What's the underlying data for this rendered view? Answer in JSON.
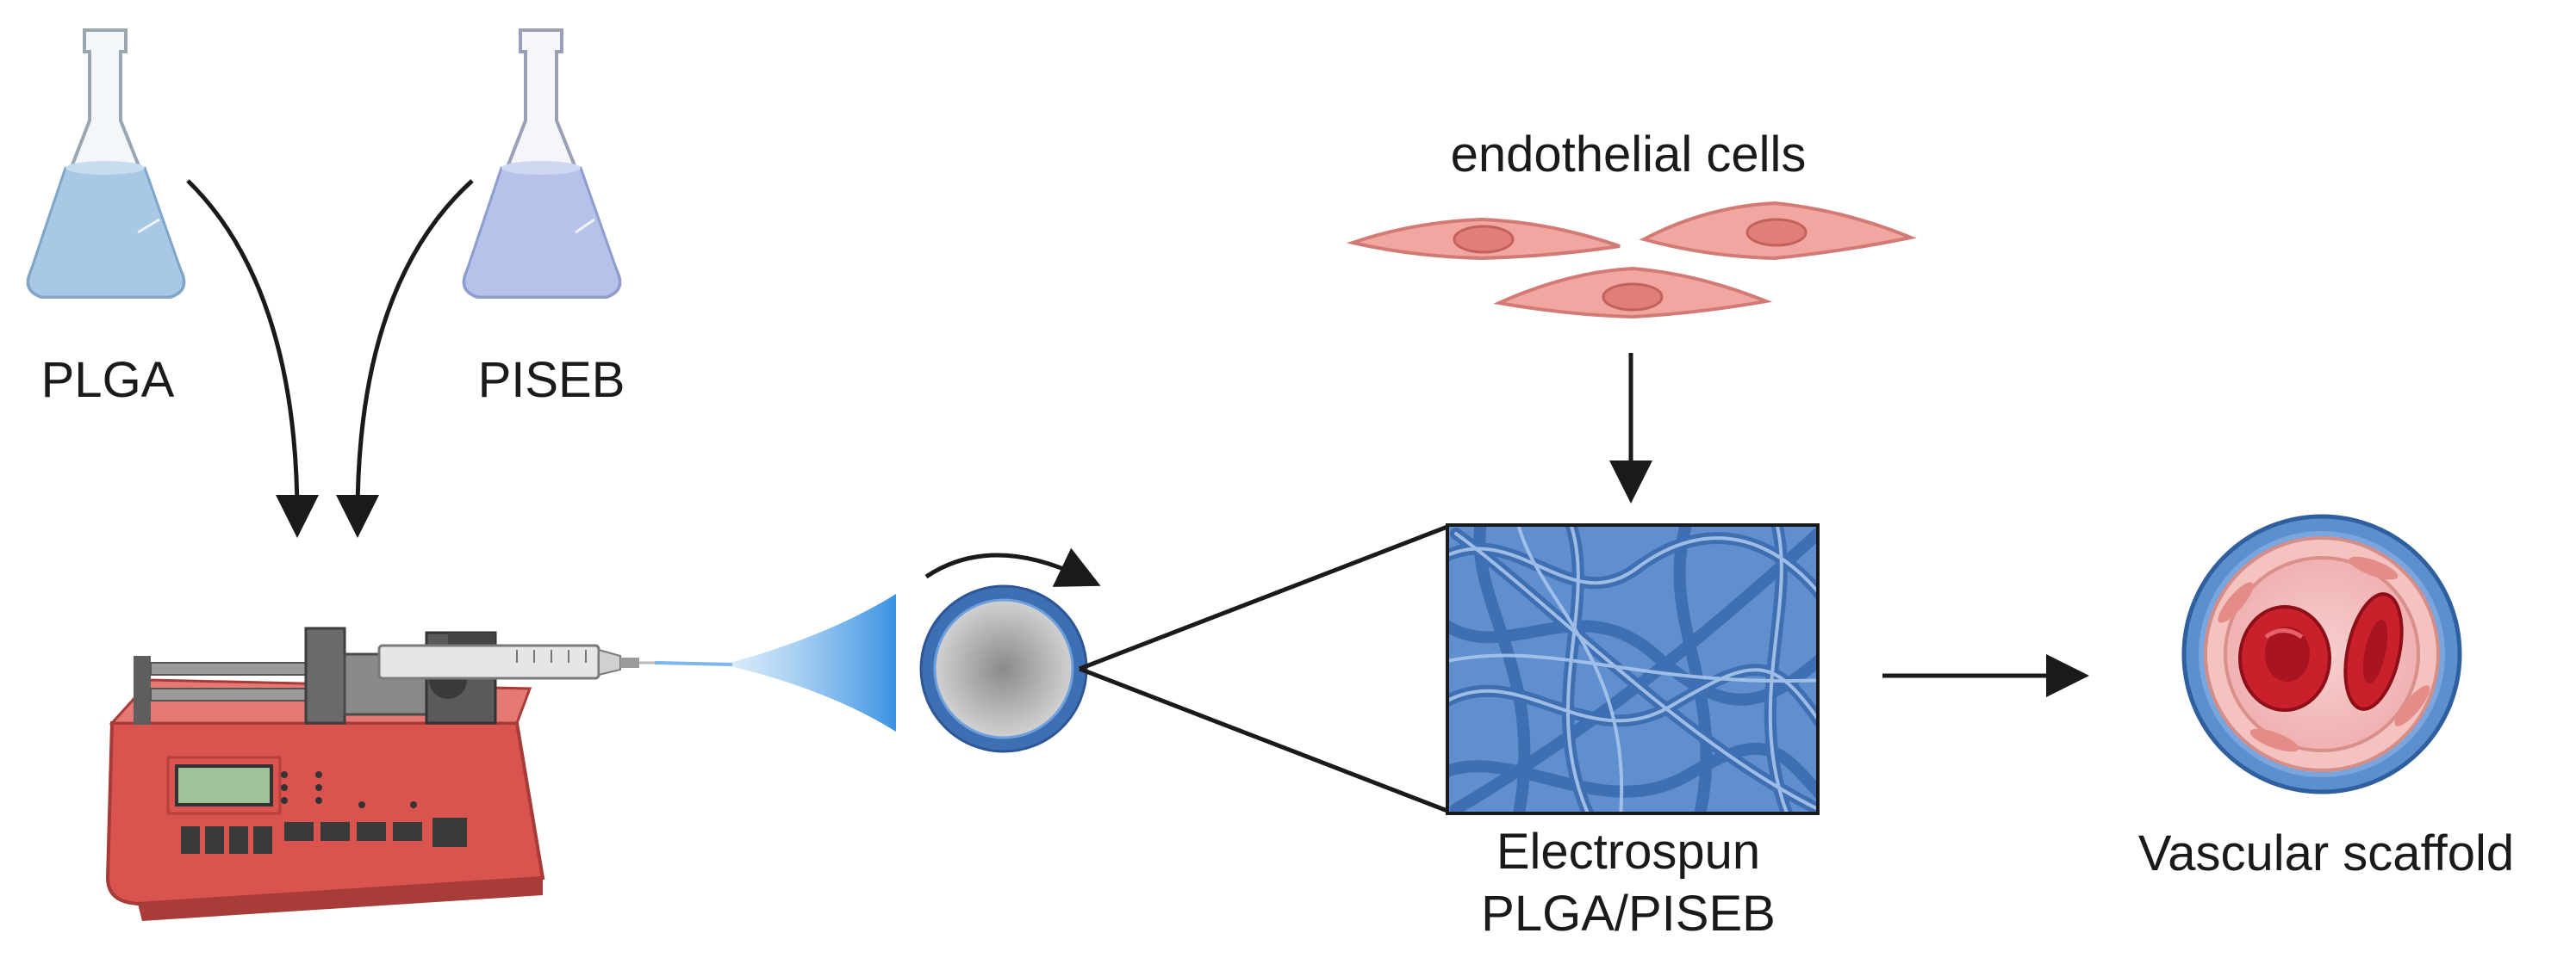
{
  "labels": {
    "flask_left": "PLGA",
    "flask_right": "PISEB",
    "cells": "endothelial cells",
    "mesh_line1": "Electrospun",
    "mesh_line2": "PLGA/PISEB",
    "vessel": "Vascular scaffold"
  },
  "colors": {
    "flask_left_liquid": "#a9c8e6",
    "flask_right_liquid": "#b6c2ea",
    "pump_body": "#d9534f",
    "pump_dark": "#b8403c",
    "spray": "#5aa8e6",
    "fiber": "#3f6fb3",
    "cell_fill": "#f2a6a2",
    "cell_nucleus": "#e07f7a",
    "vessel_outer": "#5b8fd0",
    "red_blood_cell": "#c9202c",
    "arrow": "#1a1a1a"
  },
  "icons": [
    "flask-icon",
    "syringe-pump-icon",
    "spray-cone-icon",
    "rotating-collector-icon",
    "endothelial-cell-icon",
    "fiber-mesh-icon",
    "vessel-cross-section-icon",
    "red-blood-cell-icon",
    "arrow-icon"
  ]
}
